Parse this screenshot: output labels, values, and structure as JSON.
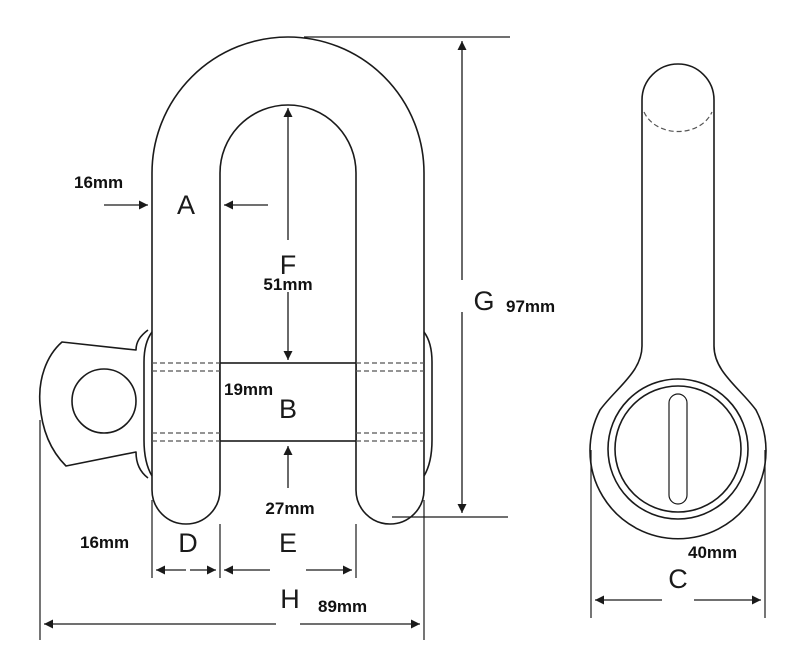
{
  "shackle": {
    "A": {
      "letter": "A",
      "value": "16mm"
    },
    "B": {
      "letter": "B",
      "value": "19mm"
    },
    "C": {
      "letter": "C",
      "value": "40mm"
    },
    "D": {
      "letter": "D",
      "value": "16mm"
    },
    "E": {
      "letter": "E",
      "value": "27mm"
    },
    "F": {
      "letter": "F",
      "value": "51mm"
    },
    "G": {
      "letter": "G",
      "value": "97mm"
    },
    "H": {
      "letter": "H",
      "value": "89mm"
    }
  }
}
